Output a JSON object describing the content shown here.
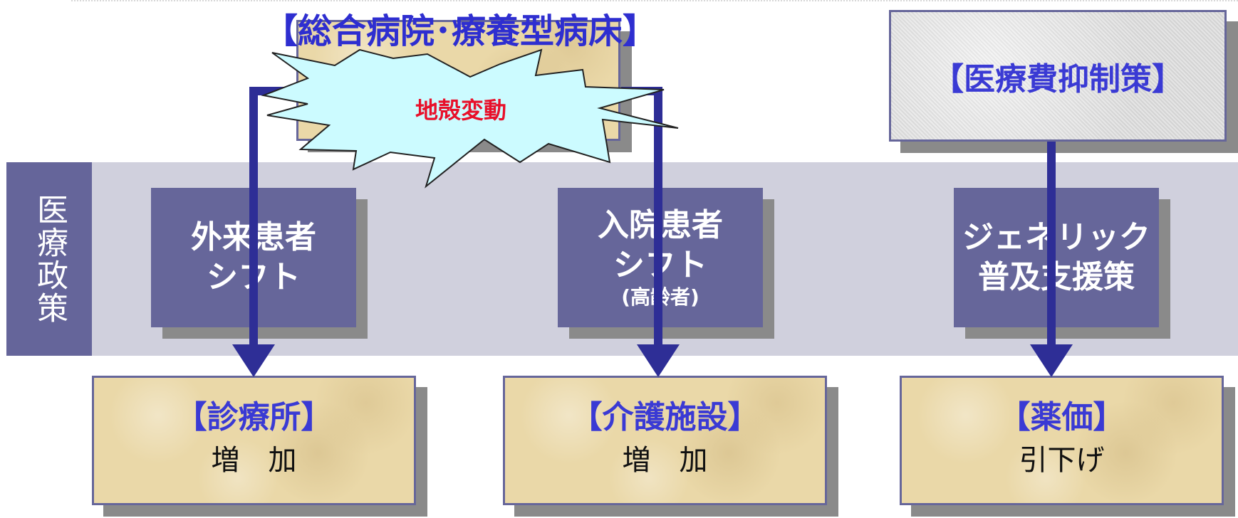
{
  "side_label": "医療政策",
  "top_title": "【総合病院･療養型病床】",
  "burst_label": "地殻変動",
  "cost_policy": "【医療費抑制策】",
  "policies": [
    {
      "line1": "外来患者",
      "line2": "シフト",
      "sub": ""
    },
    {
      "line1": "入院患者",
      "line2": "シフト",
      "sub": "(高齢者)"
    },
    {
      "line1": "ジェネリック",
      "line2": "普及支援策",
      "sub": ""
    }
  ],
  "outcomes": [
    {
      "title": "【診療所】",
      "value": "増　加"
    },
    {
      "title": "【介護施設】",
      "value": "増　加"
    },
    {
      "title": "【薬価】",
      "value": "引下げ"
    }
  ],
  "colors": {
    "band": "#d0d0dd",
    "policy_box": "#66669a",
    "arrow": "#2e2e96",
    "title_text": "#3a3ad4",
    "burst_fill": "#ccfbff",
    "burst_text": "#e8102a",
    "parchment": "#ead8a8"
  }
}
